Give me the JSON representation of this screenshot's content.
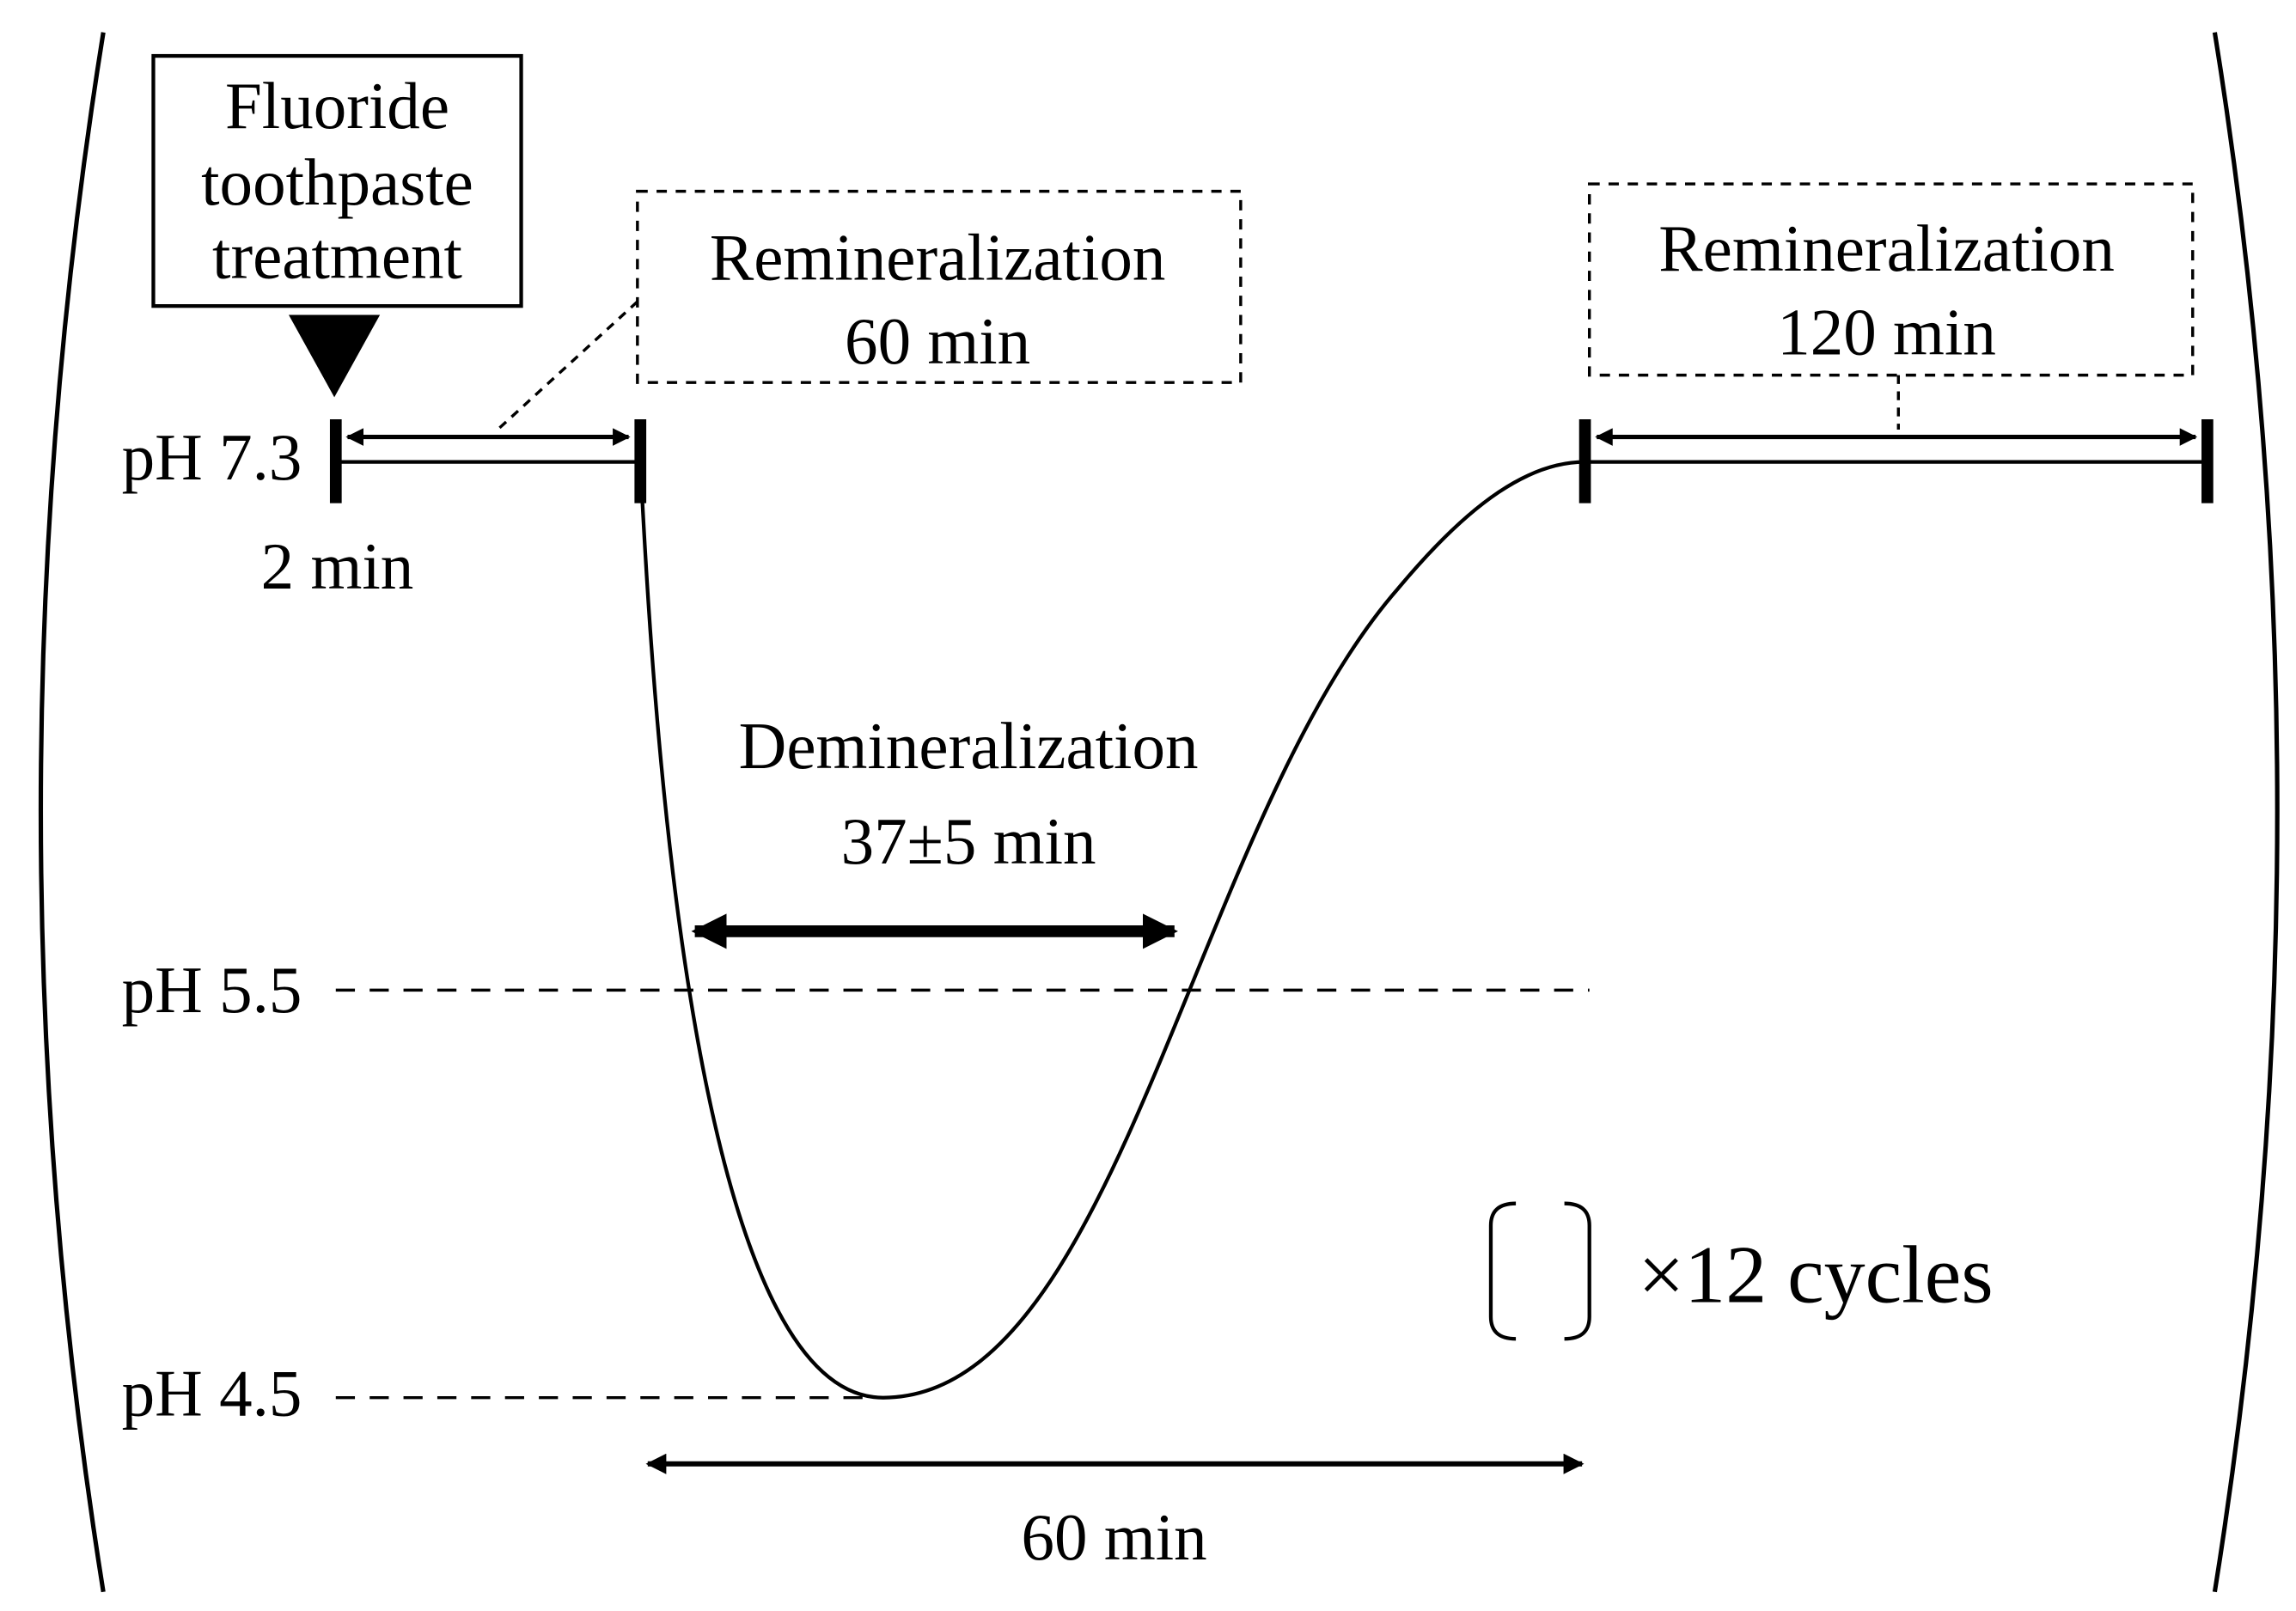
{
  "treatment": {
    "lines": [
      "Fluoride",
      "toothpaste",
      "treatment"
    ]
  },
  "ph_levels": {
    "high": "pH 7.3",
    "mid": "pH 5.5",
    "low": "pH 4.5"
  },
  "treatment_duration": "2 min",
  "remin_1": {
    "title": "Remineralization",
    "duration": "60 min"
  },
  "remin_2": {
    "title": "Remineralization",
    "duration": "120 min"
  },
  "demin": {
    "title": "Demineralization",
    "duration": "37±5 min"
  },
  "cycle_duration": "60 min",
  "repeat_label": "×12 cycles",
  "colors": {
    "ink": "#000000",
    "background": "#ffffff"
  }
}
